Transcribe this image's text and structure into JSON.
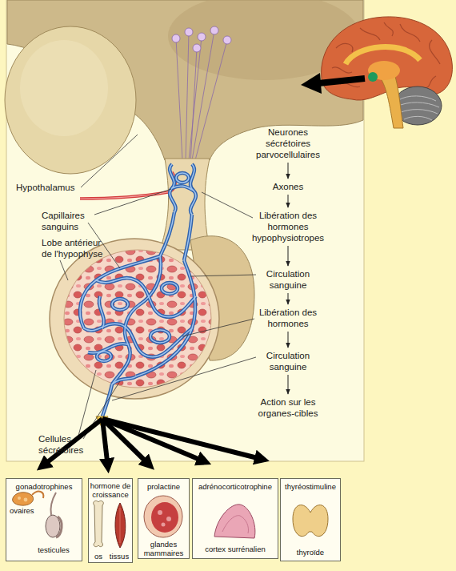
{
  "diagram": {
    "nodes": [
      {
        "text": [
          "Neurones sécrétoires parvocellulaires"
        ]
      },
      {
        "text": [
          "Axones"
        ]
      },
      {
        "text": [
          "Libération des hormones hypophysiotropes"
        ]
      },
      {
        "text": [
          "Circulation sanguine"
        ]
      },
      {
        "text": [
          "Libération des hormones"
        ]
      },
      {
        "text": [
          "Circulation sanguine"
        ]
      },
      {
        "text": [
          "Action sur les organes-cibles"
        ]
      },
      {
        "text": [
          "gonadotrophines",
          "ovaires",
          "testicules"
        ]
      },
      {
        "text": [
          "hormone de croissance",
          "os",
          "tissus"
        ]
      },
      {
        "text": [
          "prolactine",
          "glandes mammaires"
        ]
      },
      {
        "text": [
          "adrénocorticotrophine",
          "cortex surrénalien"
        ]
      },
      {
        "text": [
          "thyréostimuline",
          "thyroïde"
        ]
      }
    ],
    "edges": [
      {
        "from": 0,
        "to": 1,
        "arrow": "to"
      },
      {
        "from": 1,
        "to": 2,
        "arrow": "to"
      },
      {
        "from": 2,
        "to": 3,
        "arrow": "to"
      },
      {
        "from": 3,
        "to": 4,
        "arrow": "to"
      },
      {
        "from": 4,
        "to": 5,
        "arrow": "to"
      },
      {
        "from": 5,
        "to": 6,
        "arrow": "to"
      }
    ],
    "labels": [
      "Hypothalamus",
      "Capillaires sanguins",
      "Lobe antérieur de l'hypophyse",
      "Cellules sécrétoires"
    ]
  }
}
